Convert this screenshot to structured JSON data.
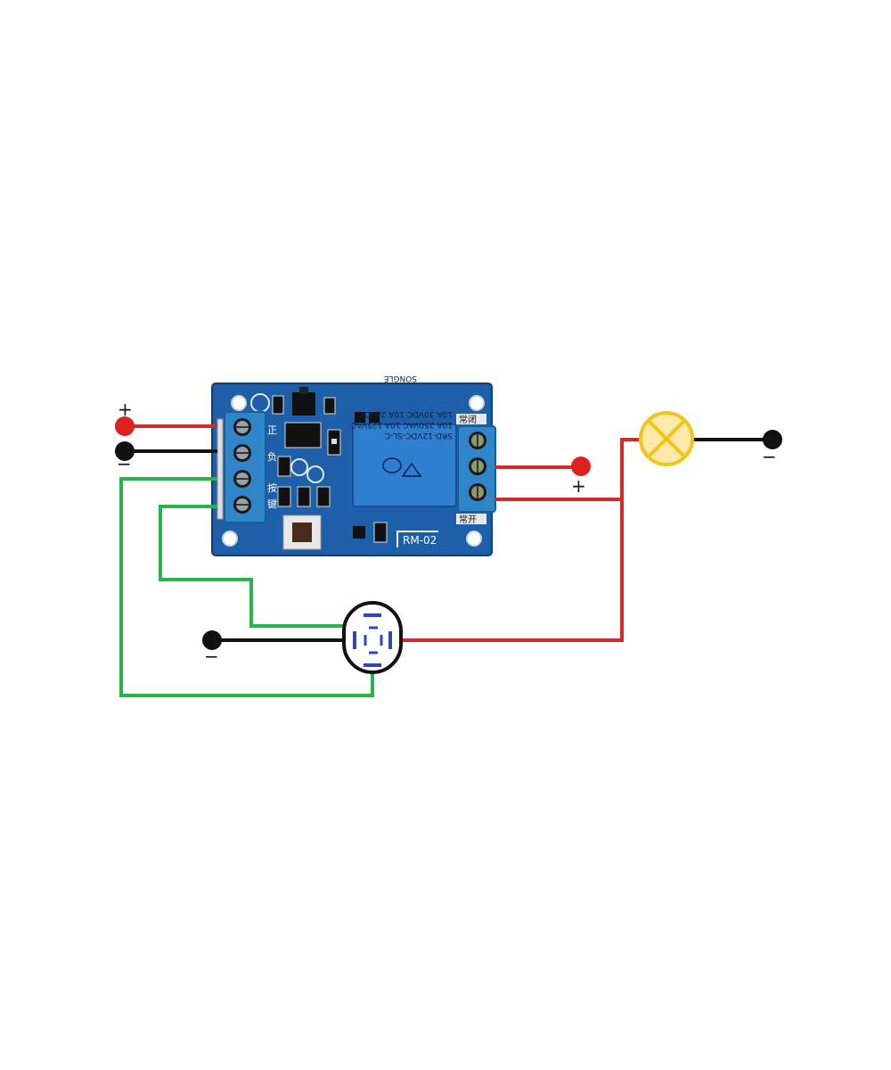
{
  "labels": {
    "supply_plus": "+",
    "supply_minus": "−",
    "load_plus": "+",
    "lamp_minus": "−",
    "switch_minus": "−"
  },
  "board": {
    "model": "RM-02",
    "relay_line1": "SRD-12VDC-SL-C",
    "relay_line2": "10A 250VAC  10A 125VAC",
    "relay_line3": "10A 30VDC  10A 28VDC",
    "relay_brand": "SONGLE",
    "left_terminals": [
      "正",
      "负",
      "按",
      "键"
    ],
    "top_right_label": "常闭",
    "bottom_right_label": "常开"
  },
  "colors": {
    "positive_wire": "#d42a2a",
    "negative_wire": "#111111",
    "signal_wire": "#26b34a",
    "pcb": "#1d5fa8",
    "terminal": "#2e86c8",
    "relay": "#2f7fd1",
    "lamp_fill": "#ffe9a8",
    "lamp_stroke": "#f0c419"
  },
  "icons": {
    "lamp": "lamp-cross-icon",
    "push_switch": "push-switch-icon"
  }
}
